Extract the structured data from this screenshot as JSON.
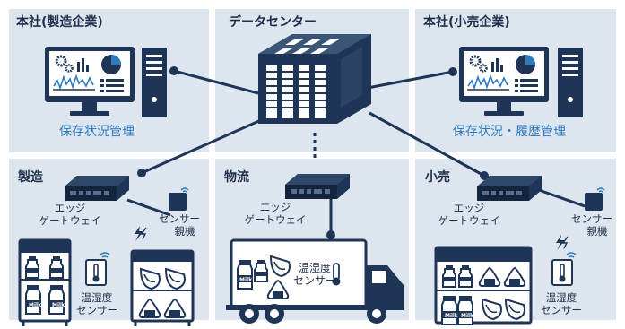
{
  "hq_manufacturing": {
    "title": "本社(製造企業)",
    "caption": "保存状況管理"
  },
  "datacenter": {
    "title": "データセンター"
  },
  "hq_retail": {
    "title": "本社(小売企業)",
    "caption": "保存状況・履歴管理"
  },
  "manufacturing": {
    "title": "製造",
    "gateway_label_1": "エッジ",
    "gateway_label_2": "ゲートウェイ",
    "sensor_hub_1": "センサー",
    "sensor_hub_2": "親機",
    "temp_sensor_1": "温湿度",
    "temp_sensor_2": "センサー"
  },
  "logistics": {
    "title": "物流",
    "gateway_label_1": "エッジ",
    "gateway_label_2": "ゲートウェイ",
    "temp_sensor_1": "温湿度",
    "temp_sensor_2": "センサー"
  },
  "retail": {
    "title": "小売",
    "gateway_label_1": "エッジ",
    "gateway_label_2": "ゲートウェイ",
    "sensor_hub_1": "センサー",
    "sensor_hub_2": "親機",
    "temp_sensor_1": "温湿度",
    "temp_sensor_2": "センサー"
  },
  "milk_label": "Milk",
  "colors": {
    "panel": "#dde5ef",
    "navy": "#1f3557",
    "accent": "#2e7bc0",
    "line": "#1f3557"
  }
}
